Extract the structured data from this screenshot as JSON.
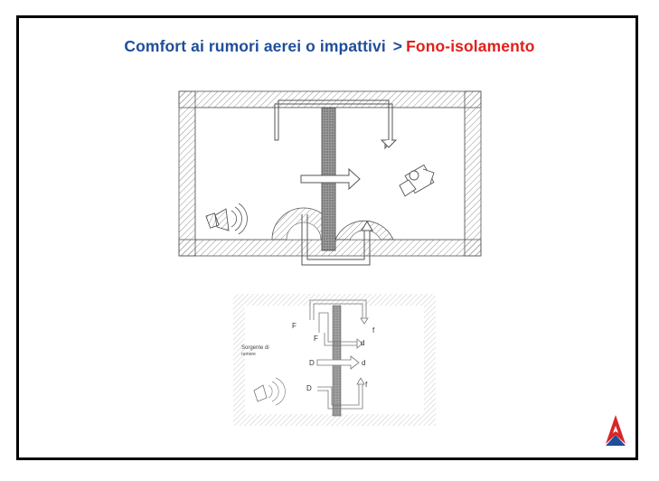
{
  "slide": {
    "title_main": "Comfort ai rumori aerei o impattivi",
    "title_separator": ">",
    "title_highlight": "Fono-isolamento"
  },
  "lower_diagram": {
    "source_label_line1": "Sorgente di",
    "source_label_line2": "rumore",
    "path_labels": {
      "F_top": "F",
      "F_mid": "F",
      "D_mid": "D",
      "D_low": "D",
      "f_top": "f",
      "d_top": "d",
      "d_mid": "d",
      "f_low": "f"
    }
  },
  "logo": {
    "name": "logo-icon"
  },
  "colors": {
    "title_blue": "#1f4e9a",
    "title_red": "#e0201c",
    "logo_red": "#d62828",
    "logo_blue": "#1f4e9a"
  }
}
